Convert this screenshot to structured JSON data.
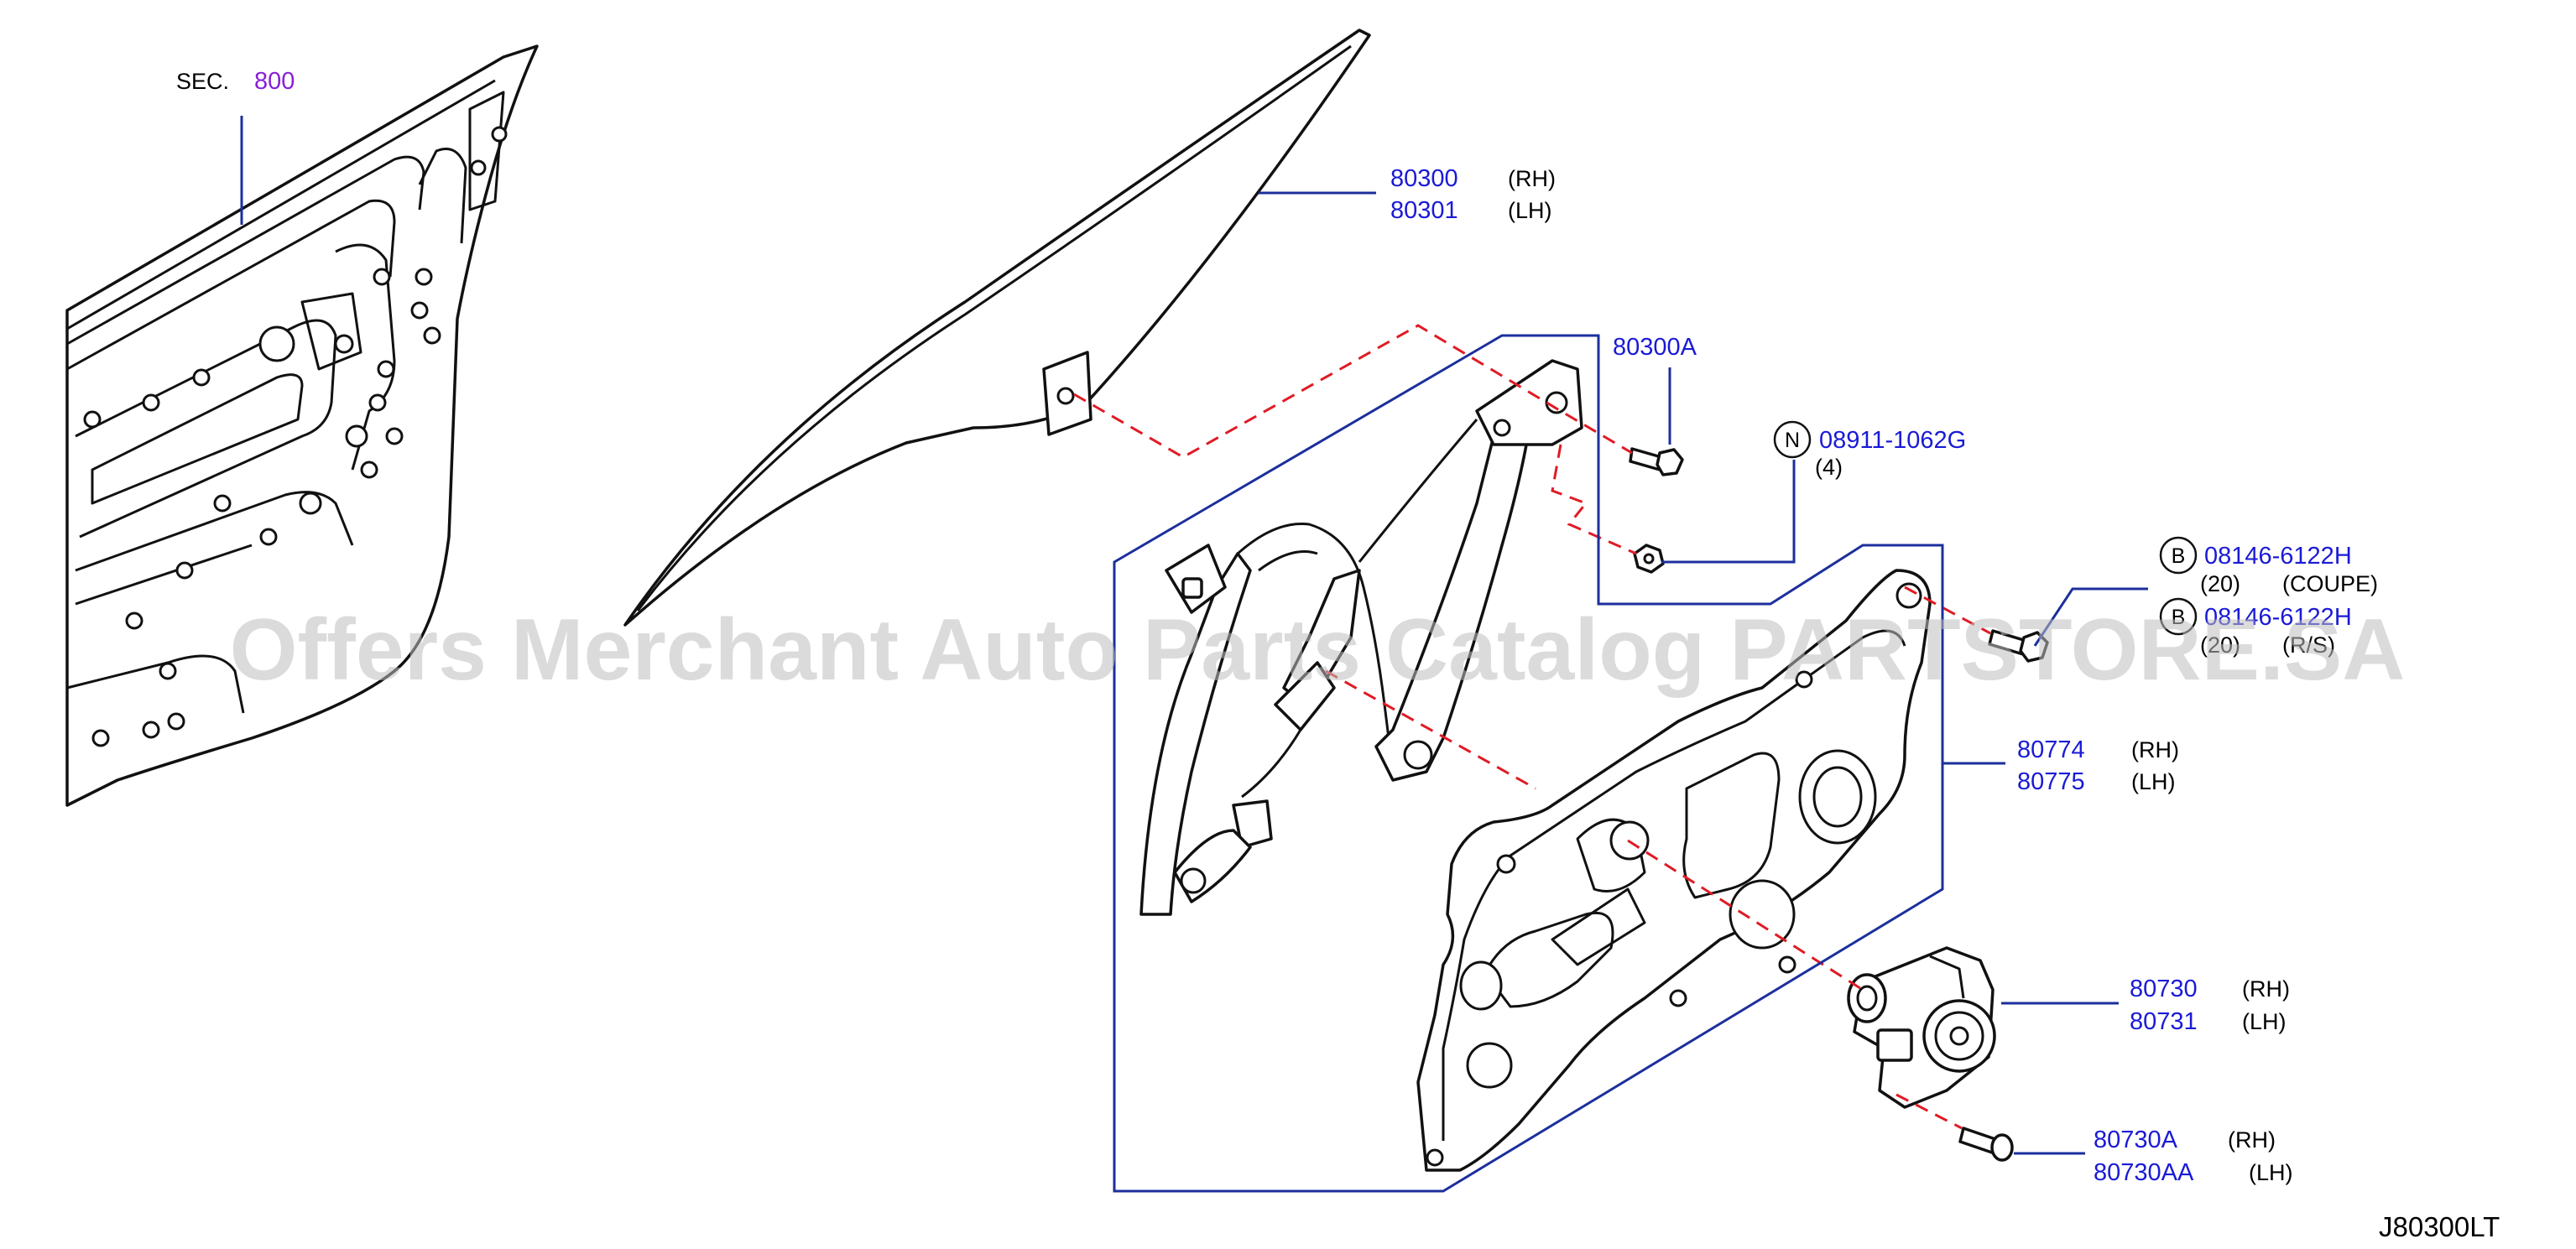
{
  "sec": {
    "prefix": "SEC.",
    "number": "800"
  },
  "glass": {
    "rh_part": "80300",
    "rh_side": "(RH)",
    "lh_part": "80301",
    "lh_side": "(LH)"
  },
  "bracket_bolt": {
    "part": "80300A"
  },
  "nut": {
    "symbol": "N",
    "part": "08911-1062G",
    "qty": "(4)"
  },
  "bolts_b": {
    "symbol": "B",
    "coupe_part": "08146-6122H",
    "coupe_qty": "(20)",
    "coupe_note": "(COUPE)",
    "rs_part": "08146-6122H",
    "rs_qty": "(20)",
    "rs_note": "(R/S)"
  },
  "panel": {
    "rh_part": "80774",
    "rh_side": "(RH)",
    "lh_part": "80775",
    "lh_side": "(LH)"
  },
  "motor": {
    "rh_part": "80730",
    "rh_side": "(RH)",
    "lh_part": "80731",
    "lh_side": "(LH)"
  },
  "screw": {
    "rh_part": "80730A",
    "rh_side": "(RH)",
    "lh_part": "80730AA",
    "lh_side": "(LH)"
  },
  "watermark": "Offers Merchant Auto Parts Catalog PARTSTORE.SA",
  "diagram_ref": "J80300LT",
  "colors": {
    "part_number": "#1a1ad6",
    "section_ref": "#8a1ed6",
    "leader": "#1c2f9c",
    "dashed_guide": "#e01b24"
  }
}
